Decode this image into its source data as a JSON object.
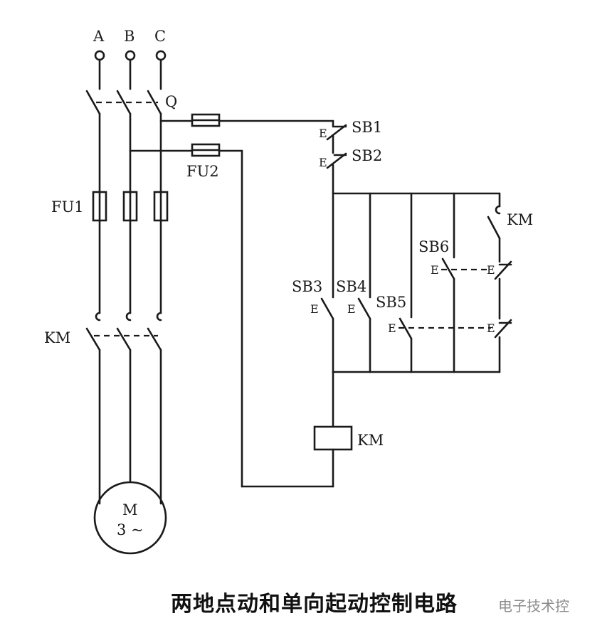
{
  "labels": {
    "phase_a": "A",
    "phase_b": "B",
    "phase_c": "C",
    "switch_q": "Q",
    "fuse_fu1": "FU1",
    "fuse_fu2": "FU2",
    "km_main": "KM",
    "motor_m": "M",
    "motor_phase": "3 ~",
    "sb1": "SB1",
    "sb2": "SB2",
    "sb3": "SB3",
    "sb4": "SB4",
    "sb5": "SB5",
    "sb6": "SB6",
    "km_aux": "KM",
    "km_coil": "KM",
    "e": "E"
  },
  "caption": "两地点动和单向起动控制电路",
  "watermark": "电子技术控"
}
